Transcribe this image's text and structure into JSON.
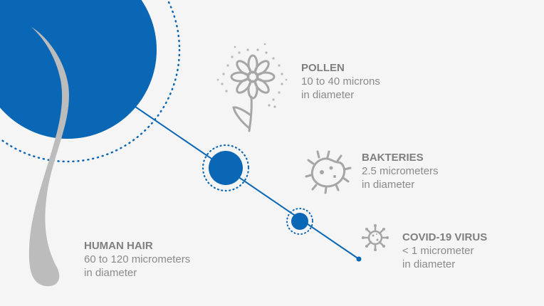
{
  "colors": {
    "blue": "#0a67b5",
    "hair_gray": "#bcbcbc",
    "icon_gray": "#a6a6a6",
    "text_gray": "#8a8a8a",
    "background": "#f5f5f5"
  },
  "items": [
    {
      "title": "POLLEN",
      "line1": "10 to 40 microns",
      "line2": "in diameter",
      "icon": "flower-icon"
    },
    {
      "title": "BAKTERIES",
      "line1": "2.5 micrometers",
      "line2": "in diameter",
      "icon": "bacteria-icon"
    },
    {
      "title": "COVID-19 VIRUS",
      "line1": "< 1 micrometer",
      "line2": "in diameter",
      "icon": "virus-icon"
    },
    {
      "title": "HUMAN HAIR",
      "line1": "60 to 120 micrometers",
      "line2": "in diameter",
      "icon": "hair-strand-icon"
    }
  ]
}
